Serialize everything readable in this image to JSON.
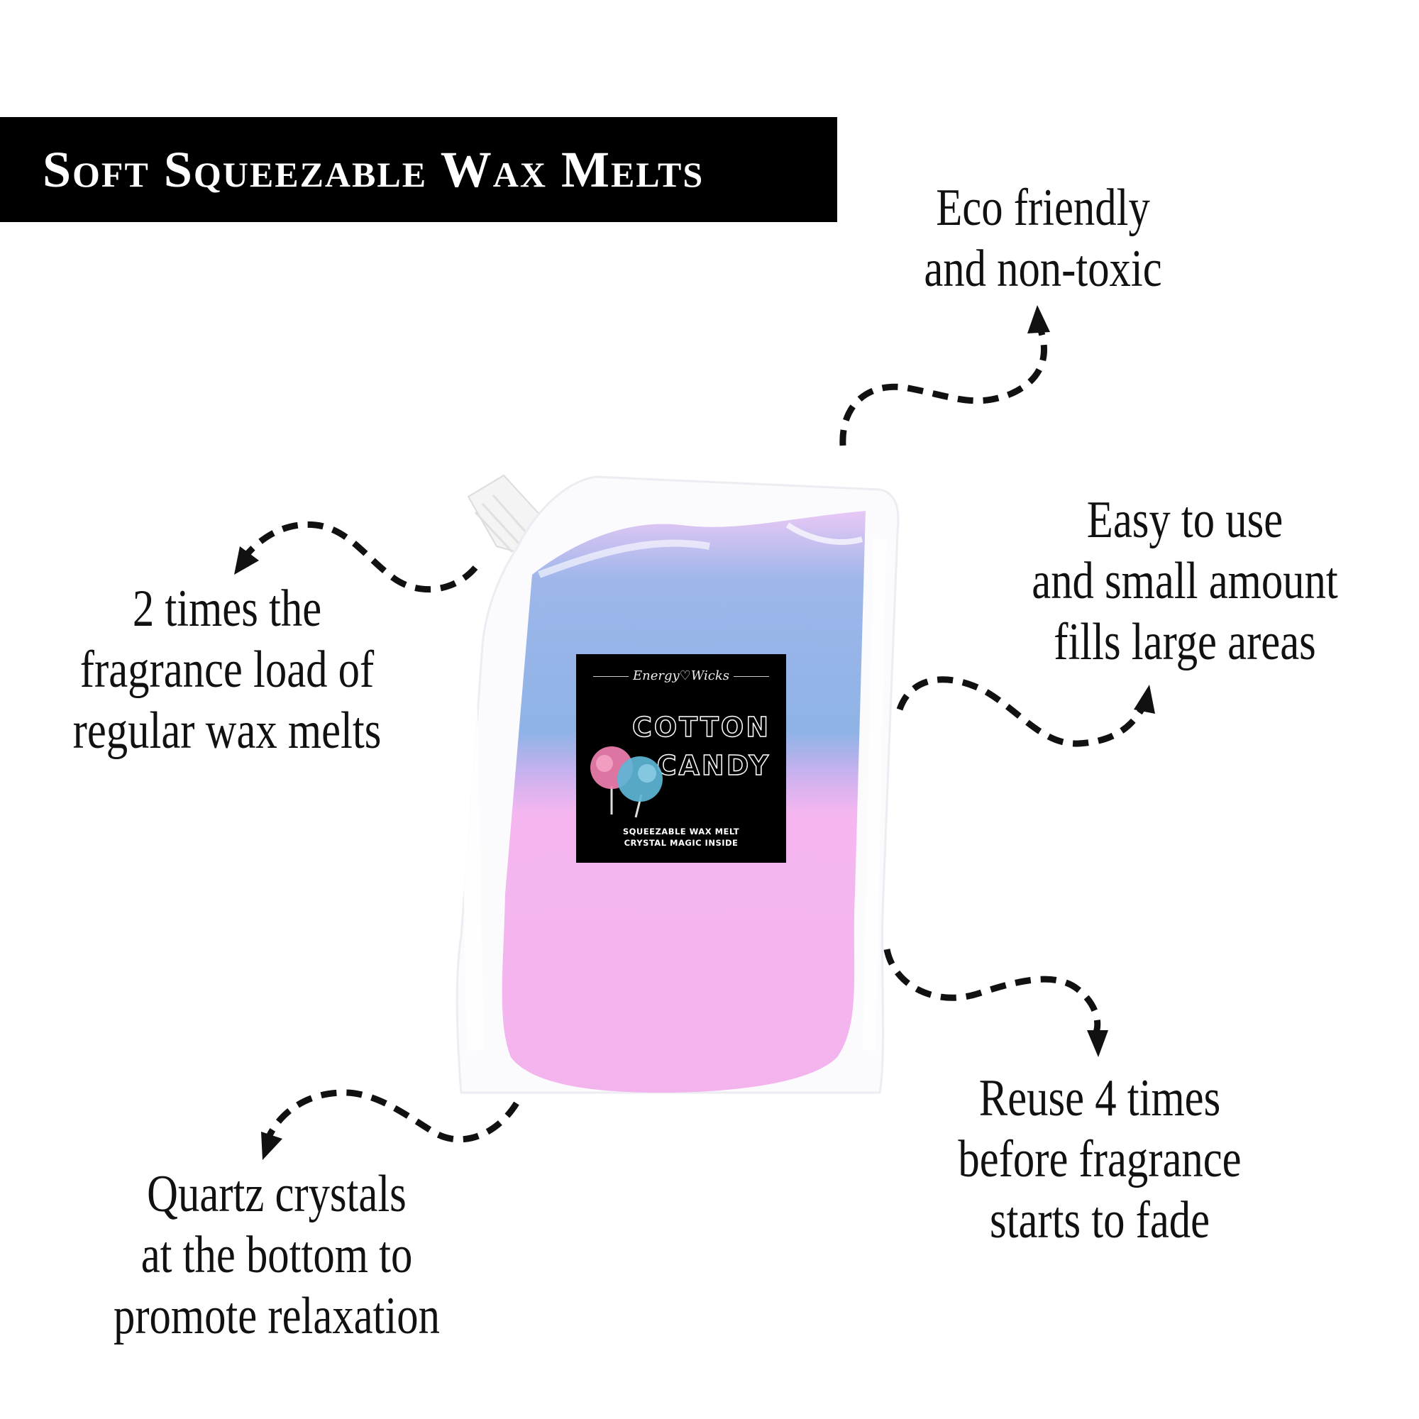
{
  "banner": {
    "title": "Soft Squeezable Wax Melts"
  },
  "features": {
    "eco": [
      "Eco friendly",
      "and non-toxic"
    ],
    "easy": [
      "Easy to use",
      "and small amount",
      "fills large areas"
    ],
    "load": [
      "2 times the",
      "fragrance load of",
      "regular wax melts"
    ],
    "reuse": [
      "Reuse 4 times",
      "before fragrance",
      "starts to fade"
    ],
    "quartz": [
      "Quartz  crystals",
      "at the bottom to",
      "promote relaxation"
    ]
  },
  "product": {
    "brand": "Energy♡Wicks",
    "scent": [
      "COTTON",
      "CANDY"
    ],
    "subtitle": [
      "SQUEEZABLE WAX MELT",
      "CRYSTAL MAGIC INSIDE"
    ]
  },
  "colors": {
    "banner_bg": "#000000",
    "wax_blue": "#8fb3e6",
    "wax_pink": "#f5b6ef",
    "cotton_pink": "#ef7fb0",
    "cotton_blue": "#5db6d6"
  }
}
